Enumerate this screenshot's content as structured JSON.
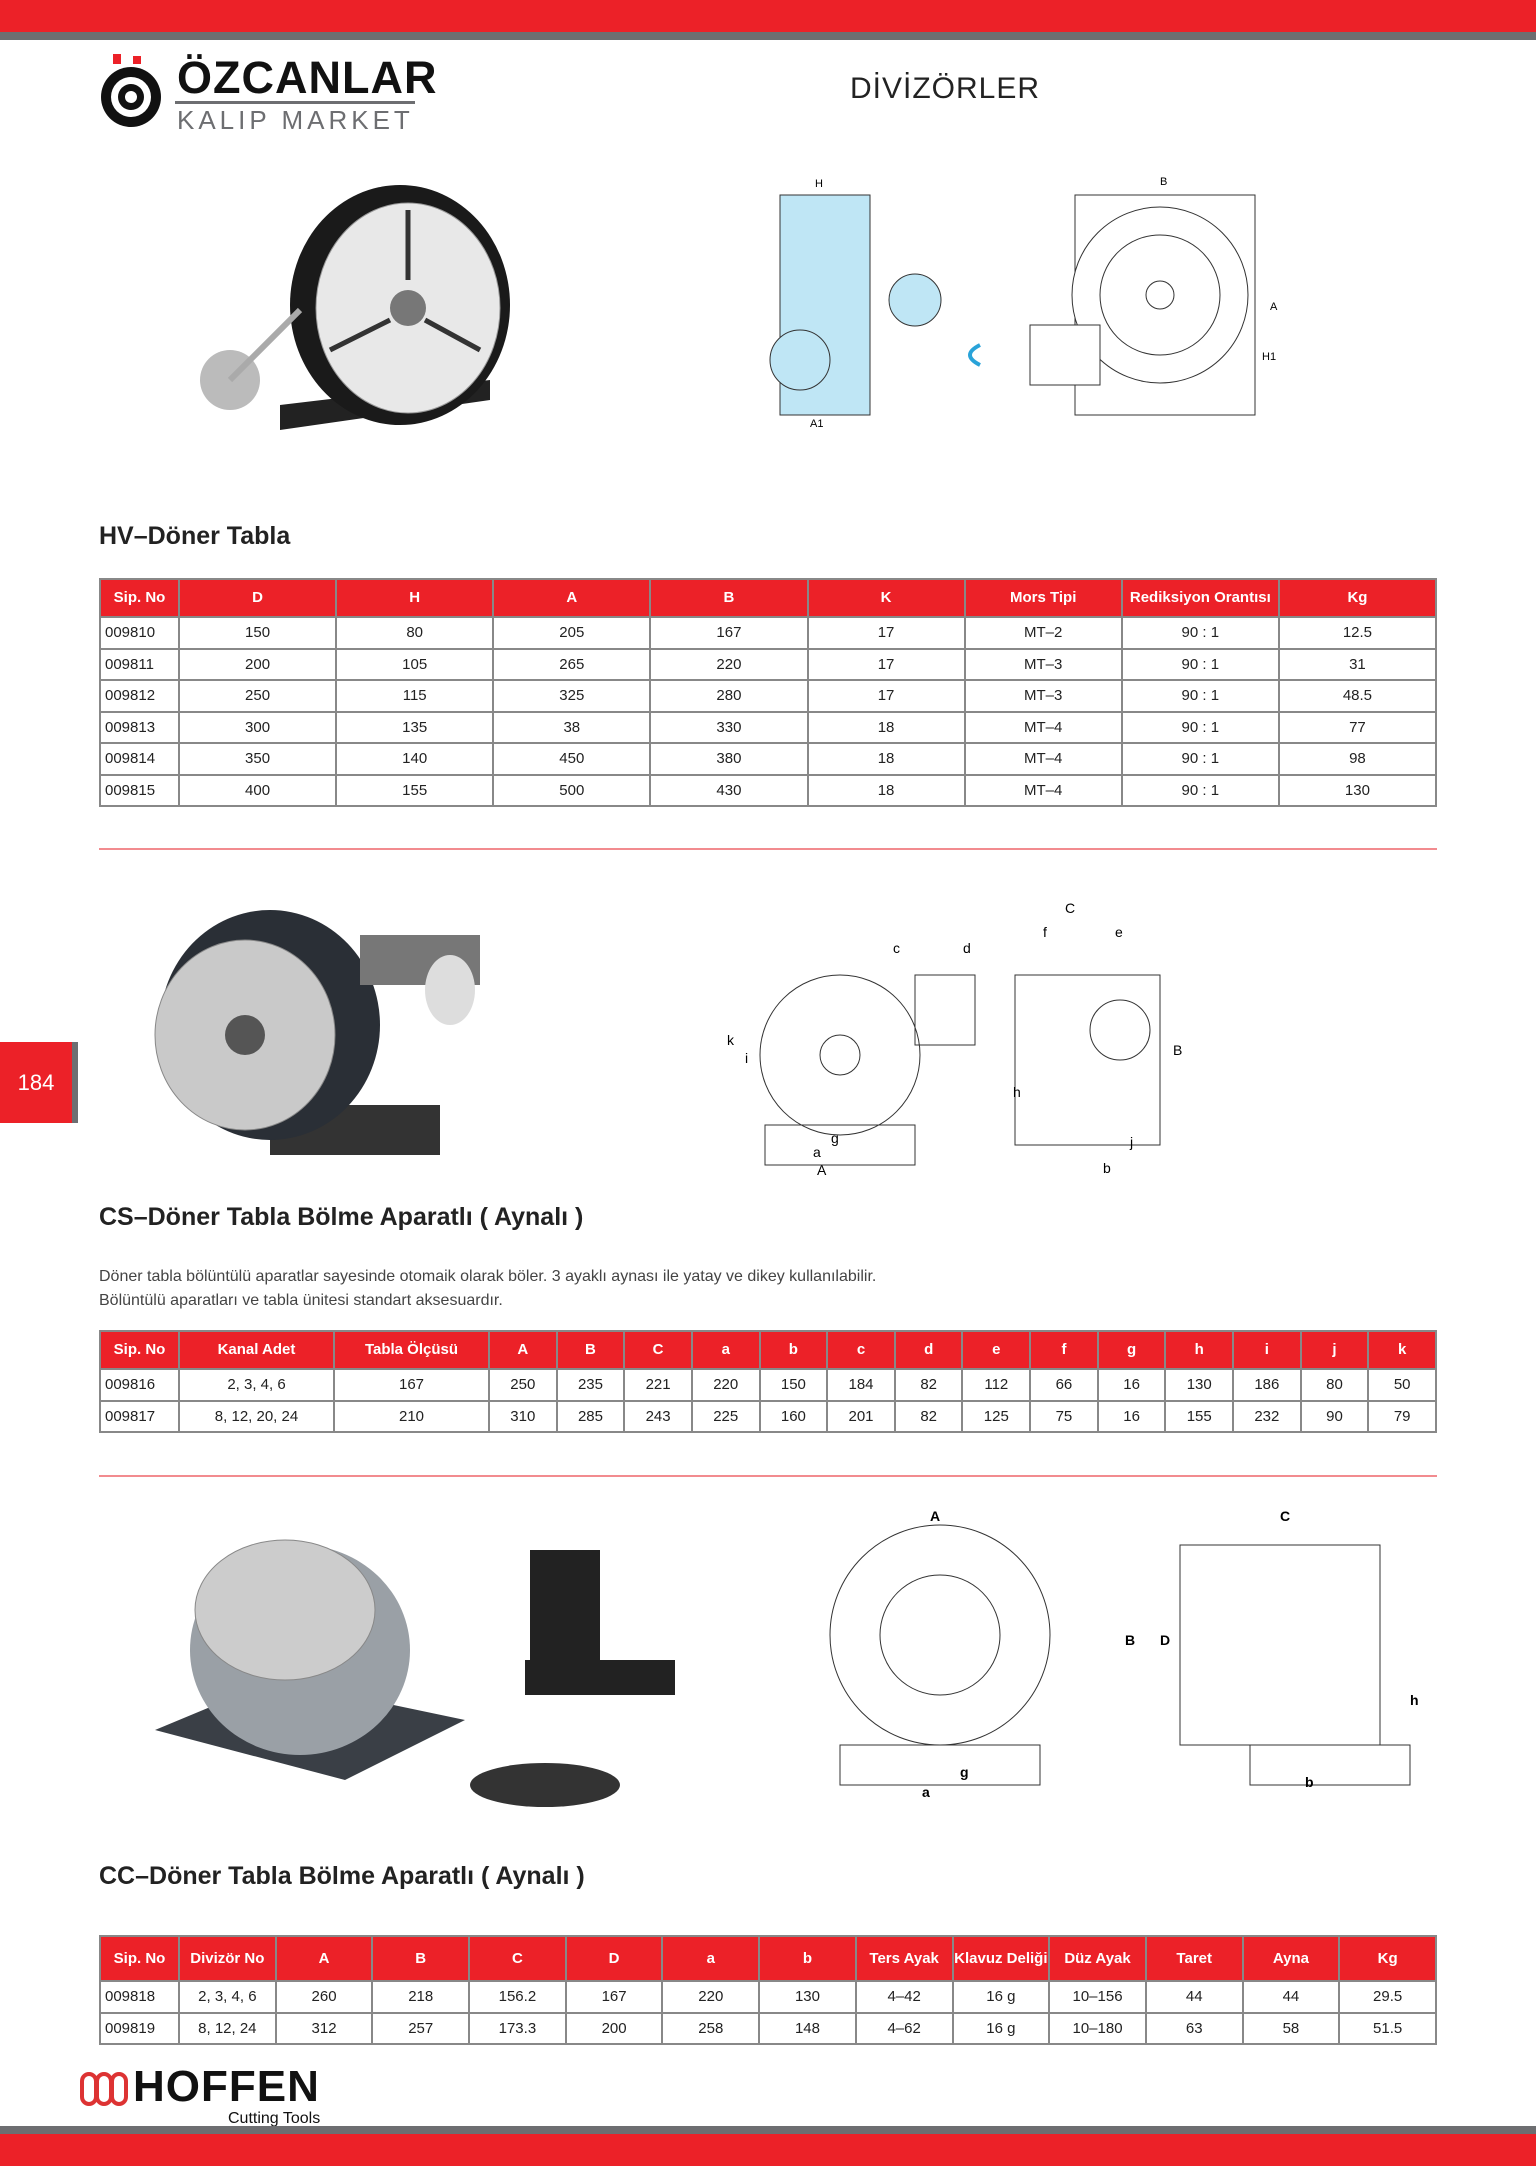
{
  "header": {
    "brand_line1": "ÖZCANLAR",
    "brand_line2": "KALIP MARKET",
    "title": "DİVİZÖRLER"
  },
  "page_number": "184",
  "colors": {
    "accent": "#ec2128",
    "gray": "#6d6e71"
  },
  "section1": {
    "heading": "HV–Döner Tabla",
    "columns": [
      "Sip. No",
      "D",
      "H",
      "A",
      "B",
      "K",
      "Mors Tipi",
      "Rediksiyon Orantısı",
      "Kg"
    ],
    "rows": [
      [
        "009810",
        "150",
        "80",
        "205",
        "167",
        "17",
        "MT–2",
        "90 : 1",
        "12.5"
      ],
      [
        "009811",
        "200",
        "105",
        "265",
        "220",
        "17",
        "MT–3",
        "90 : 1",
        "31"
      ],
      [
        "009812",
        "250",
        "115",
        "325",
        "280",
        "17",
        "MT–3",
        "90 : 1",
        "48.5"
      ],
      [
        "009813",
        "300",
        "135",
        "38",
        "330",
        "18",
        "MT–4",
        "90 : 1",
        "77"
      ],
      [
        "009814",
        "350",
        "140",
        "450",
        "380",
        "18",
        "MT–4",
        "90 : 1",
        "98"
      ],
      [
        "009815",
        "400",
        "155",
        "500",
        "430",
        "18",
        "MT–4",
        "90 : 1",
        "130"
      ]
    ]
  },
  "section2": {
    "heading": "CS–Döner Tabla Bölme Aparatlı ( Aynalı )",
    "description": [
      "Döner tabla bölüntülü aparatlar sayesinde otomaik olarak böler. 3 ayaklı aynası ile yatay ve dikey kullanılabilir.",
      "Bölüntülü aparatları ve tabla ünitesi standart aksesuardır."
    ],
    "columns": [
      "Sip. No",
      "Kanal Adet",
      "Tabla Ölçüsü",
      "A",
      "B",
      "C",
      "a",
      "b",
      "c",
      "d",
      "e",
      "f",
      "g",
      "h",
      "i",
      "j",
      "k"
    ],
    "rows": [
      [
        "009816",
        "2, 3, 4, 6",
        "167",
        "250",
        "235",
        "221",
        "220",
        "150",
        "184",
        "82",
        "112",
        "66",
        "16",
        "130",
        "186",
        "80",
        "50"
      ],
      [
        "009817",
        "8, 12, 20, 24",
        "210",
        "310",
        "285",
        "243",
        "225",
        "160",
        "201",
        "82",
        "125",
        "75",
        "16",
        "155",
        "232",
        "90",
        "79"
      ]
    ]
  },
  "section3": {
    "heading": "CC–Döner Tabla Bölme Aparatlı ( Aynalı )",
    "columns": [
      "Sip. No",
      "Divizör No",
      "A",
      "B",
      "C",
      "D",
      "a",
      "b",
      "Ters Ayak",
      "Klavuz Deliği",
      "Düz Ayak",
      "Taret",
      "Ayna",
      "Kg"
    ],
    "rows": [
      [
        "009818",
        "2, 3, 4, 6",
        "260",
        "218",
        "156.2",
        "167",
        "220",
        "130",
        "4–42",
        "16 g",
        "10–156",
        "44",
        "44",
        "29.5"
      ],
      [
        "009819",
        "8, 12, 24",
        "312",
        "257",
        "173.3",
        "200",
        "258",
        "148",
        "4–62",
        "16 g",
        "10–180",
        "63",
        "58",
        "51.5"
      ]
    ]
  },
  "diagram_labels": {
    "hv": [
      "H",
      "B",
      "A",
      "A1",
      "H1"
    ],
    "cs": [
      "C",
      "c",
      "d",
      "e",
      "f",
      "k",
      "i",
      "h",
      "g",
      "a",
      "A",
      "j",
      "b",
      "B"
    ],
    "cc": [
      "A",
      "B",
      "C",
      "D",
      "a",
      "g",
      "b",
      "h"
    ]
  },
  "footer": {
    "brand": "HOFFEN",
    "tagline": "Cutting Tools"
  }
}
